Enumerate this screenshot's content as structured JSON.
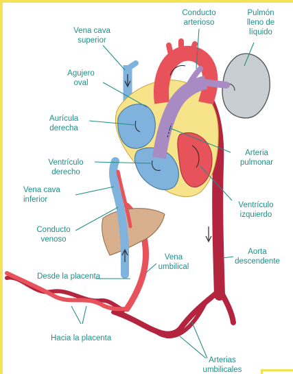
{
  "colors": {
    "label_text": "#1f8f86",
    "leader_line": "#1f8f86",
    "oxygenated": "#e8525a",
    "deoxygenated": "#7fb2dc",
    "mixed": "#a98bc4",
    "artery_dark": "#b3253e",
    "heart_fat": "#f7e48a",
    "lung": "#c9ced3",
    "liver": "#d8b08e",
    "frame": "#f4e15a"
  },
  "labels": {
    "conducto_arterioso": "Conducto\narterioso",
    "pulmon": "Pulmón\nlleno de\nlíquido",
    "vena_cava_superior": "Vena cava\nsuperior",
    "agujero_oval": "Agujero\noval",
    "auricula_derecha": "Aurícula\nderecha",
    "arteria_pulmonar": "Arteria\npulmonar",
    "ventriculo_derecho": "Ventrículo\nderecho",
    "vena_cava_inferior": "Vena cava\ninferior",
    "ventriculo_izquierdo": "Ventrículo\nizquierdo",
    "conducto_venoso": "Conducto\nvenoso",
    "vena_umbilical": "Vena\numbilical",
    "aorta_descendente": "Aorta\ndescendente",
    "desde_placenta": "Desde la placenta",
    "hacia_placenta": "Hacia la placenta",
    "arterias_umbilicales": "Arterias\numbilicales"
  }
}
